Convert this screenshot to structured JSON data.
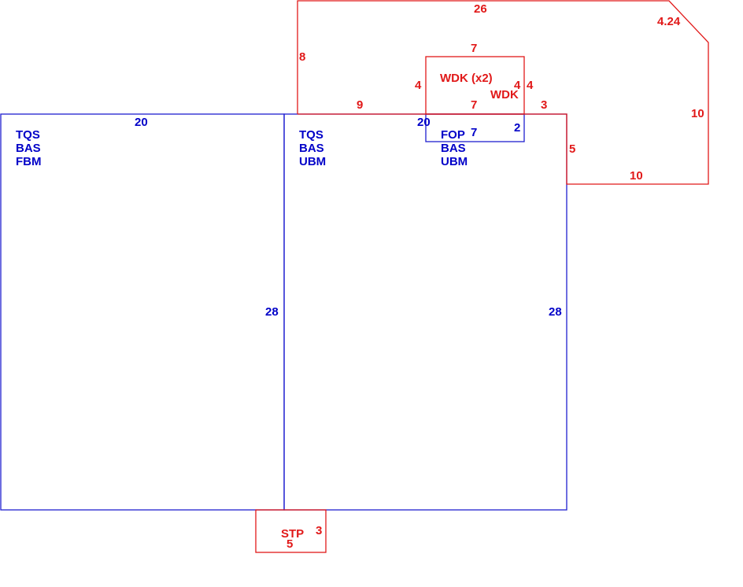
{
  "colors": {
    "blue": "#0000c8",
    "red": "#e11919"
  },
  "left_room": {
    "top_dim": "20",
    "side_dim": "28",
    "labels": [
      "TQS",
      "BAS",
      "FBM"
    ]
  },
  "right_room": {
    "top_dim": "20",
    "side_dim": "28",
    "labels": [
      "TQS",
      "BAS",
      "UBM"
    ]
  },
  "fop": {
    "labels": [
      "FOP",
      "BAS",
      "UBM"
    ],
    "width_dim": "7",
    "height_dim": "2"
  },
  "deck": {
    "top_dim": "26",
    "diag_dim": "4.24",
    "left_dim": "8",
    "right_dim": "10",
    "bottom_dim": "10",
    "step_dim": "5",
    "seg_dim_left": "9",
    "seg_dim_right": "3"
  },
  "wdk_x2": {
    "label": "WDK (x2)",
    "top_dim": "7",
    "bottom_dim": "7",
    "left_dim": "4",
    "right_dim": "4"
  },
  "wdk_side": {
    "label": "WDK",
    "dim": "4"
  },
  "stp": {
    "label": "STP",
    "width_dim": "5",
    "height_dim": "3"
  }
}
